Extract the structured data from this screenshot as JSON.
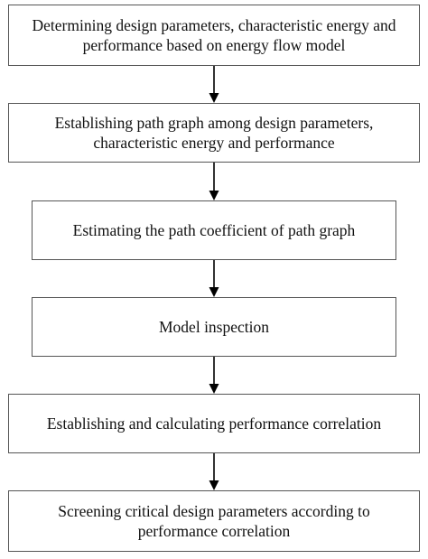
{
  "flowchart": {
    "steps": [
      {
        "text": "Determining design parameters, characteristic energy and performance based on energy flow model"
      },
      {
        "text": "Establishing path graph among design parameters, characteristic energy and performance"
      },
      {
        "text": "Estimating the path coefficient of path graph"
      },
      {
        "text": "Model inspection"
      },
      {
        "text": "Establishing and calculating performance correlation"
      },
      {
        "text": "Screening critical design parameters according to performance correlation"
      }
    ]
  }
}
